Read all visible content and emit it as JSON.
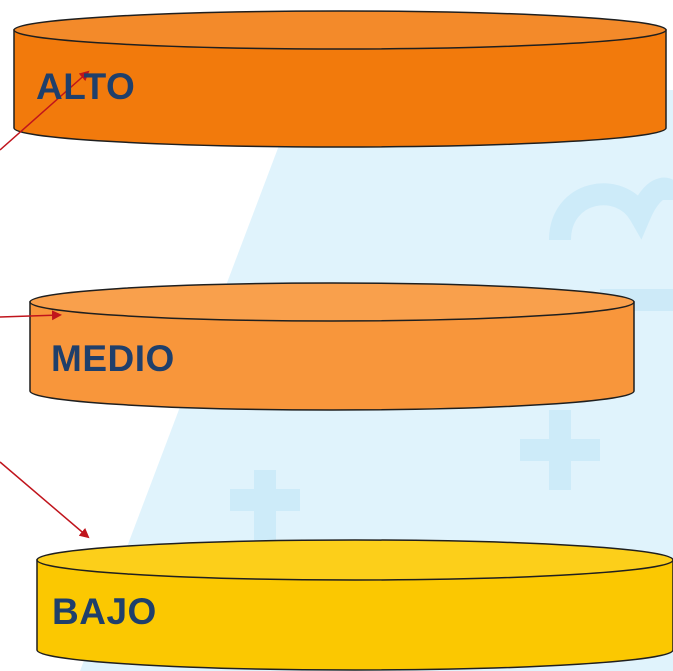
{
  "levels": {
    "alto": {
      "label": "ALTO",
      "color": "#f27a0c"
    },
    "medio": {
      "label": "MEDIO",
      "color": "#f8963b"
    },
    "bajo": {
      "label": "BAJO",
      "color": "#fbc801"
    }
  },
  "colors": {
    "arrow": "#c0141c",
    "label_text": "#1f3f6b",
    "outline": "#1f1f1f",
    "background_pattern": "#d9f0fb"
  }
}
